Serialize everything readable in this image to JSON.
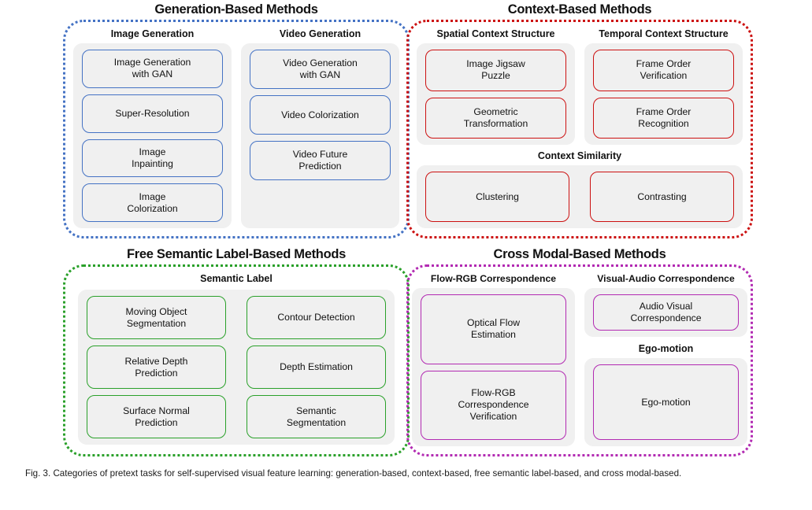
{
  "figure": {
    "caption": "Fig. 3. Categories of pretext tasks for self-supervised visual feature learning: generation-based, context-based, free semantic label-based, and cross modal-based.",
    "colors": {
      "generation": "#4472c4",
      "context": "#cc1111",
      "semantic": "#2aa02a",
      "crossmodal": "#b22ab2",
      "panel_bg": "#f0f0f0",
      "text": "#111111"
    }
  },
  "quadrants": {
    "generation": {
      "title": "Generation-Based Methods",
      "accent": "#4472c4",
      "groups": [
        {
          "title": "Image Generation",
          "nodes": [
            "Image Generation\nwith GAN",
            "Super-Resolution",
            "Image\nInpainting",
            "Image\nColorization"
          ]
        },
        {
          "title": "Video Generation",
          "nodes": [
            "Video Generation\nwith GAN",
            "Video Colorization",
            "Video Future\nPrediction"
          ]
        }
      ]
    },
    "context": {
      "title": "Context-Based Methods",
      "accent": "#cc1111",
      "groups": [
        {
          "title": "Spatial Context Structure",
          "nodes": [
            "Image Jigsaw\nPuzzle",
            "Geometric\nTransformation"
          ]
        },
        {
          "title": "Temporal Context Structure",
          "nodes": [
            "Frame Order\nVerification",
            "Frame Order\nRecognition"
          ]
        }
      ],
      "full_width_group": {
        "title": "Context Similarity",
        "nodes": [
          "Clustering",
          "Contrasting"
        ]
      }
    },
    "semantic": {
      "title": "Free Semantic Label-Based Methods",
      "accent": "#2aa02a",
      "group": {
        "title": "Semantic Label",
        "left_nodes": [
          "Moving Object\nSegmentation",
          "Relative Depth\nPrediction",
          "Surface Normal\nPrediction"
        ],
        "right_nodes": [
          "Contour Detection",
          "Depth Estimation",
          "Semantic\nSegmentation"
        ]
      }
    },
    "crossmodal": {
      "title": "Cross Modal-Based Methods",
      "accent": "#b22ab2",
      "left_group": {
        "title": "Flow-RGB Correspondence",
        "nodes": [
          "Optical Flow\nEstimation",
          "Flow-RGB\nCorrespondence\nVerification"
        ]
      },
      "right_groups": [
        {
          "title": "Visual-Audio Correspondence",
          "nodes": [
            "Audio Visual\nCorrespondence"
          ]
        },
        {
          "title": "Ego-motion",
          "nodes": [
            "Ego-motion"
          ]
        }
      ]
    }
  }
}
